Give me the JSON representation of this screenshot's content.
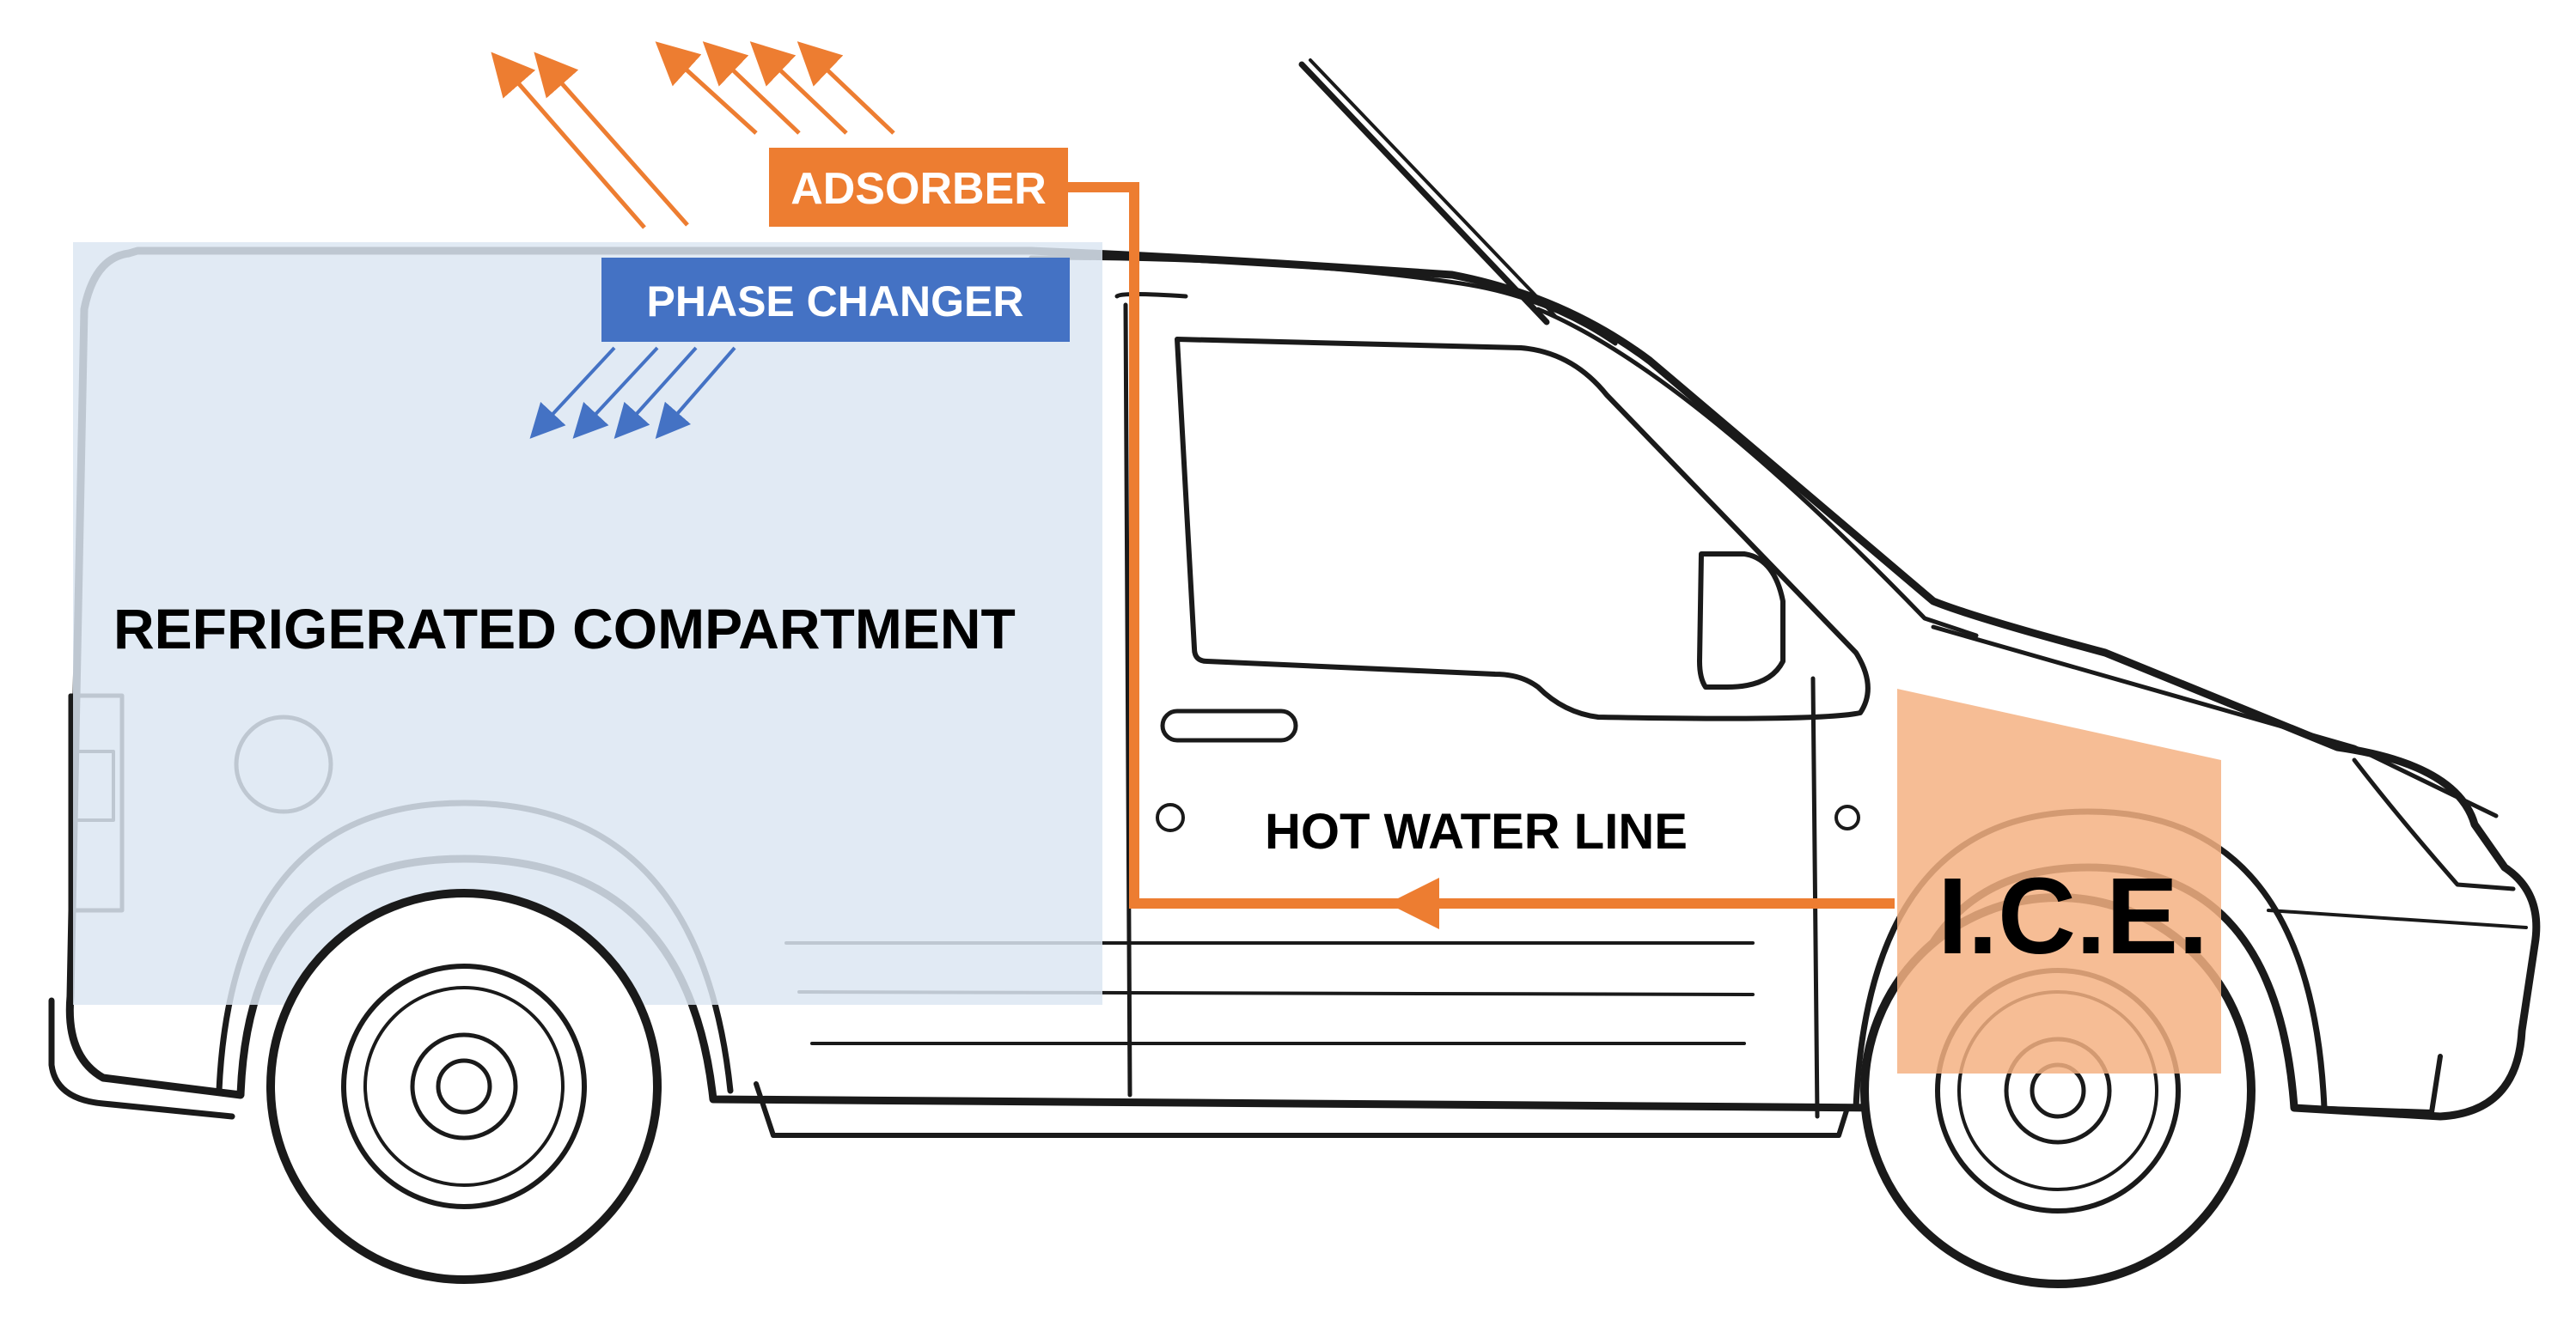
{
  "diagram": {
    "labels": {
      "adsorber": "ADSORBER",
      "phase_changer": "PHASE CHANGER",
      "refrigerated_compartment": "REFRIGERATED COMPARTMENT",
      "hot_water_line": "HOT WATER LINE",
      "engine": "I.C.E."
    },
    "colors": {
      "adsorber": "#ED7D31",
      "phase_changer": "#4472C4",
      "compartment_fill": "#DCE6F2",
      "engine_fill": "#F4B183",
      "hot_water_line": "#ED7D31",
      "outline": "#1a1a1a",
      "label_text": "#000000",
      "box_text": "#ffffff"
    },
    "icons": {
      "heat_out_arrows": "arrow-up-left-icon",
      "cold_in_arrows": "arrow-down-left-icon",
      "flow_arrow": "arrow-left-icon"
    }
  }
}
